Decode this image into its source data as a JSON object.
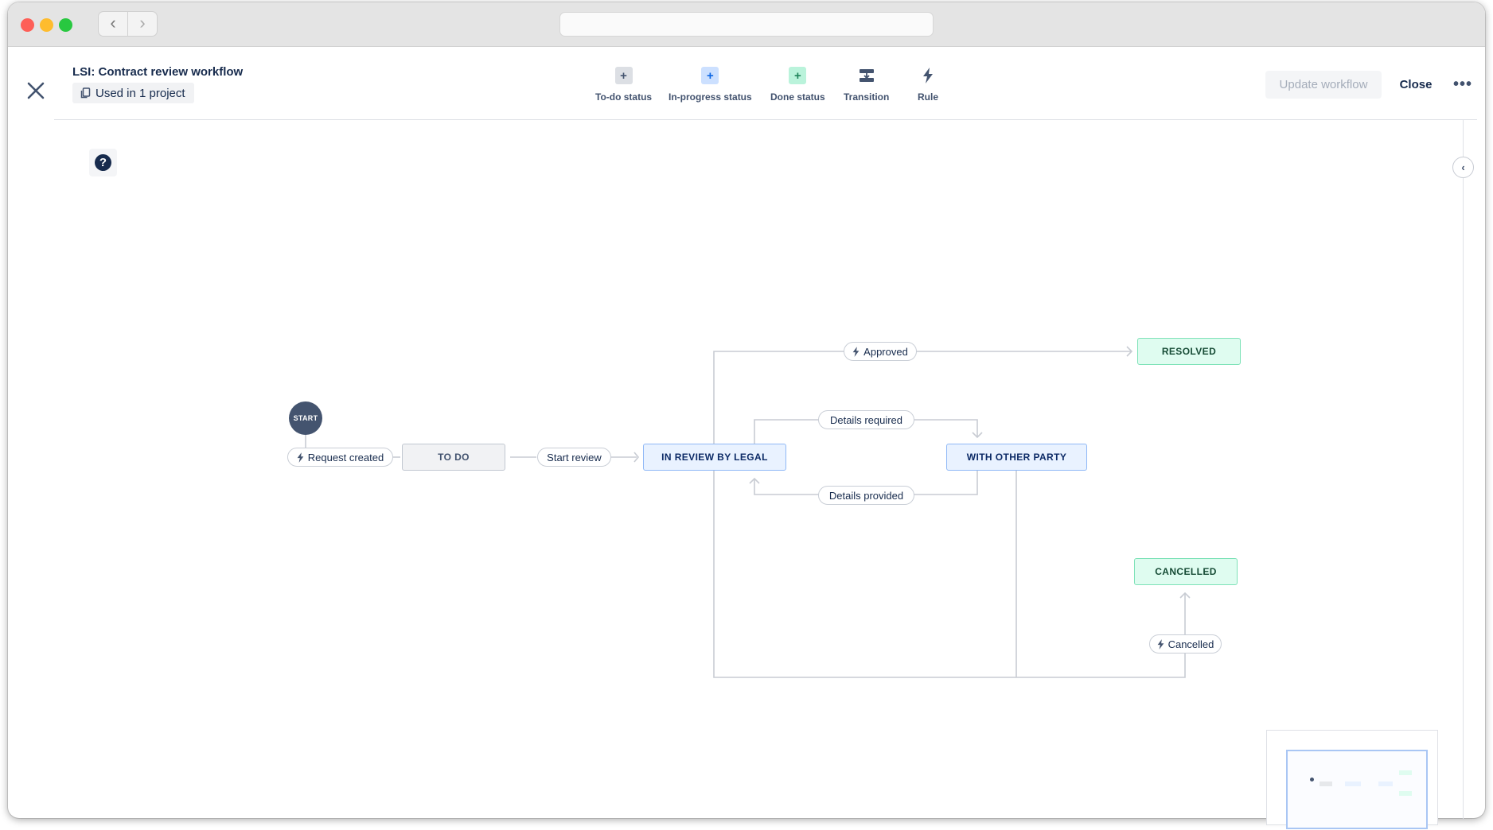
{
  "app": {
    "workflow_title": "LSI: Contract review workflow",
    "usage_badge": "Used in 1 project"
  },
  "toolbar": {
    "items": [
      {
        "label": "To-do status",
        "icon": "plus-icon",
        "color": "#44546f"
      },
      {
        "label": "In-progress status",
        "icon": "plus-icon",
        "color": "#0c66e4"
      },
      {
        "label": "Done status",
        "icon": "plus-icon",
        "color": "#1f845a"
      },
      {
        "label": "Transition",
        "icon": "transition-icon",
        "color": "#44546f"
      },
      {
        "label": "Rule",
        "icon": "lightning-icon",
        "color": "#44546f"
      }
    ],
    "update_label": "Update workflow",
    "close_label": "Close",
    "more_label": "•••"
  },
  "diagram": {
    "start_label": "START",
    "statuses": {
      "todo": "TO DO",
      "in_review": "IN REVIEW BY LEGAL",
      "with_other_party": "WITH OTHER PARTY",
      "resolved": "RESOLVED",
      "cancelled": "CANCELLED"
    },
    "transitions": {
      "request_created": "Request created",
      "start_review": "Start review",
      "approved": "Approved",
      "details_required": "Details required",
      "details_provided": "Details provided",
      "cancelled": "Cancelled"
    }
  },
  "colors": {
    "todo_bg": "#f1f2f4",
    "inprogress_bg": "#e9f2ff",
    "done_bg": "#dffcf0",
    "edge": "#c8ccd3"
  }
}
